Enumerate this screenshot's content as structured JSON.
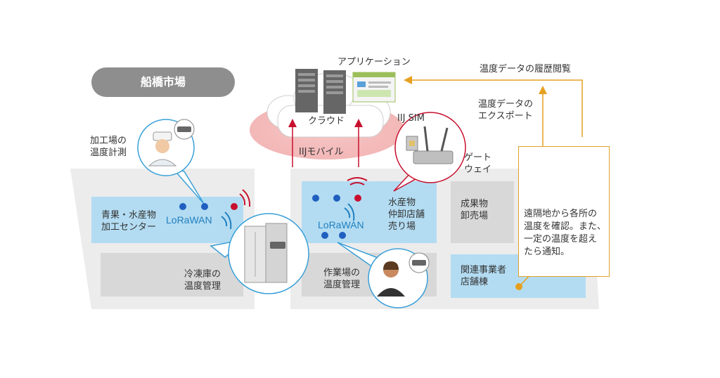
{
  "market": {
    "title": "船橋市場",
    "facilities": {
      "processing_center": "青果・水産物\n加工センター",
      "freezer": "冷凍庫の\n温度管理",
      "seafood_store": "水産物\n仲卸店舗\n売り場",
      "work_area": "作業場の\n温度管理",
      "produce_market": "成果物\n卸売場",
      "related_stores": "関連事業者\n店舗棟"
    },
    "processing_plant_label": "加工場の\n温度計測",
    "lorawan_label": "LoRaWAN"
  },
  "network": {
    "application_label": "アプリケーション",
    "cloud_label": "クラウド",
    "mobile_label": "IIJモバイル",
    "sim_label": "IIJ SIM",
    "gateway_label": "ゲート\nウェイ"
  },
  "flows": {
    "history_label": "温度データの履歴閲覧",
    "export_label": "温度データの\nエクスポート"
  },
  "remote_callout": "遠隔地から各所の\n温度を確認。また、\n一定の温度を超え\nたら通知。",
  "colors": {
    "zone_blue": "#b3dcf2",
    "zone_gray": "#dcdcdc",
    "arrow_red": "#c8102e",
    "flow_orange": "#e6a020",
    "dot_blue": "#1f5fbf"
  }
}
